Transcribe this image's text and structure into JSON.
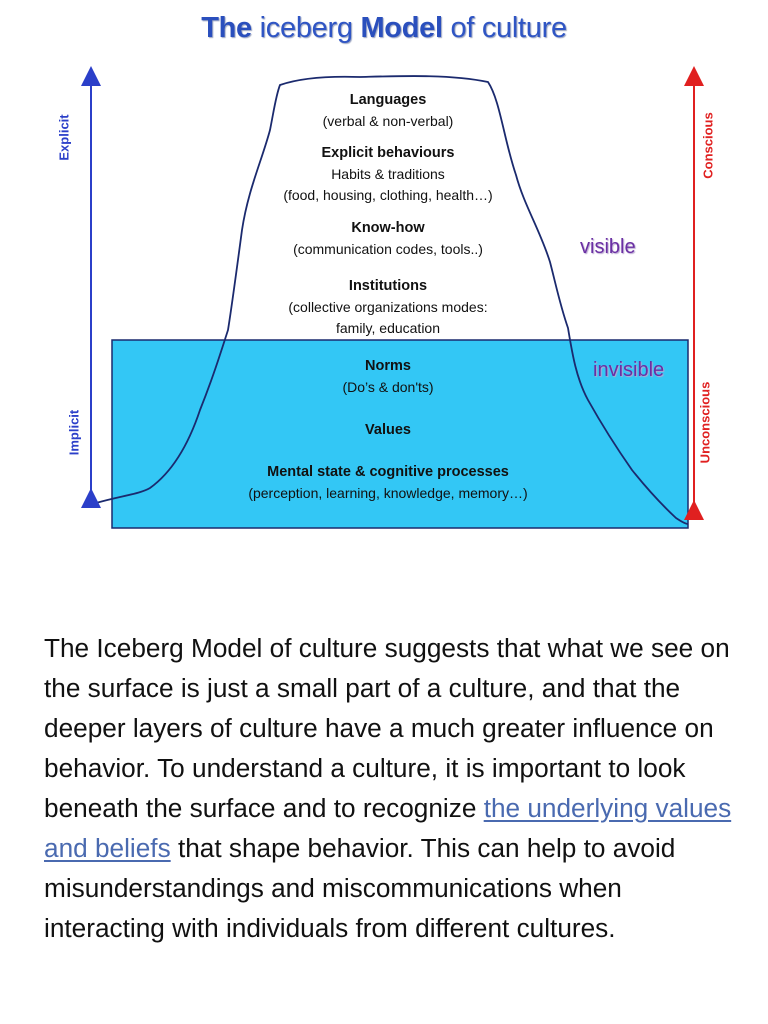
{
  "title": {
    "part1": "The",
    "part2": "iceberg",
    "part3": "Model",
    "part4": "of culture"
  },
  "axes": {
    "left_top": "Explicit",
    "left_bottom": "Implicit",
    "right_top": "Conscious",
    "right_bottom": "Unconscious"
  },
  "zones": {
    "above": "visible",
    "below": "invisible"
  },
  "layers_above": [
    {
      "heading": "Languages",
      "lines": [
        "(verbal & non-verbal)"
      ]
    },
    {
      "heading": "Explicit behaviours",
      "lines": [
        "Habits & traditions",
        "(food, housing, clothing, health…)"
      ]
    },
    {
      "heading": "Know-how",
      "lines": [
        "(communication codes, tools..)"
      ]
    },
    {
      "heading": "Institutions",
      "lines": [
        "(collective organizations modes:",
        "family, education"
      ]
    }
  ],
  "layers_below": [
    {
      "heading": "Norms",
      "lines": [
        "(Do’s & don'ts)"
      ]
    },
    {
      "heading": "Values",
      "lines": []
    },
    {
      "heading": "Mental state & cognitive processes",
      "lines": [
        "(perception, learning, knowledge, memory…)"
      ]
    }
  ],
  "colors": {
    "water": "#33c7f5",
    "outline": "#1b2a6e",
    "explicit_axis": "#2b3fc9",
    "conscious_axis": "#e02020"
  },
  "paragraph": {
    "before": "The Iceberg Model of culture suggests that what we see on the surface is just a small part of a culture, and that the deeper layers of culture have a much greater influence on behavior. To understand a culture, it is important to look beneath the surface and to recognize ",
    "link": "the underlying values and beliefs",
    "after": " that shape behavior. This can help to avoid misunderstandings and miscommunications when interacting with individuals from different cultures."
  }
}
